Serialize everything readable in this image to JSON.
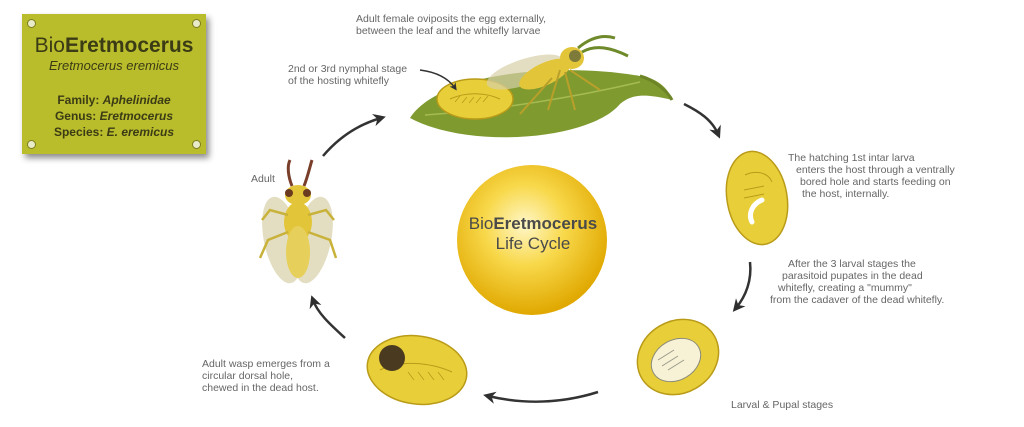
{
  "plate": {
    "title_prefix": "Bio",
    "title_bold": "Eretmocerus",
    "species_italic": "Eretmocerus eremicus",
    "family_label": "Family:",
    "family_value": "Aphelinidae",
    "genus_label": "Genus:",
    "genus_value": "Eretmocerus",
    "species_label": "Species:",
    "species_value": "E. eremicus"
  },
  "center": {
    "title_prefix": "Bio",
    "title_bold": "Eretmocerus",
    "subtitle": "Life Cycle"
  },
  "captions": {
    "oviposit_1": "Adult female oviposits the egg externally,",
    "oviposit_2": "between the leaf and the whitefly larvae",
    "nymph_1": "2nd or 3rd nymphal stage",
    "nymph_2": "of the hosting whitefly",
    "hatch_1": "The hatching 1st intar larva",
    "hatch_2": "enters the host through a ventrally",
    "hatch_3": "bored hole and starts feeding on",
    "hatch_4": "the host, internally.",
    "pupate_1": "After the 3 larval stages the",
    "pupate_2": "parasitoid pupates in the dead",
    "pupate_3": "whitefly, creating a \"mummy\"",
    "pupate_4": "from the cadaver of the dead whitefly.",
    "larval_pupal": "Larval & Pupal stages",
    "emerge_1": "Adult wasp emerges from a",
    "emerge_2": "circular dorsal hole,",
    "emerge_3": "chewed in the dead host.",
    "adult": "Adult"
  },
  "colors": {
    "plate": "#b9bd2c",
    "leaf": "#7f9a2f",
    "host_yellow": "#e8cf3a",
    "center_circle": "#f2c21a",
    "arrow": "#333333"
  }
}
